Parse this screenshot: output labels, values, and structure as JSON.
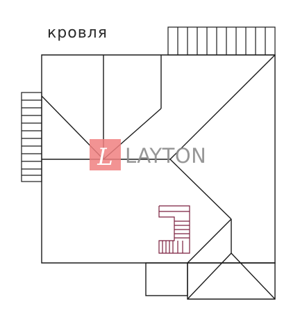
{
  "plan": {
    "title": "кровля"
  },
  "watermark": {
    "letter": "L",
    "text": "LAYTON",
    "badge_color": "#f08080",
    "text_color": "#8c8c8c"
  },
  "colors": {
    "line": "#1a1a1a",
    "stair_accent": "#7a1f3d"
  }
}
